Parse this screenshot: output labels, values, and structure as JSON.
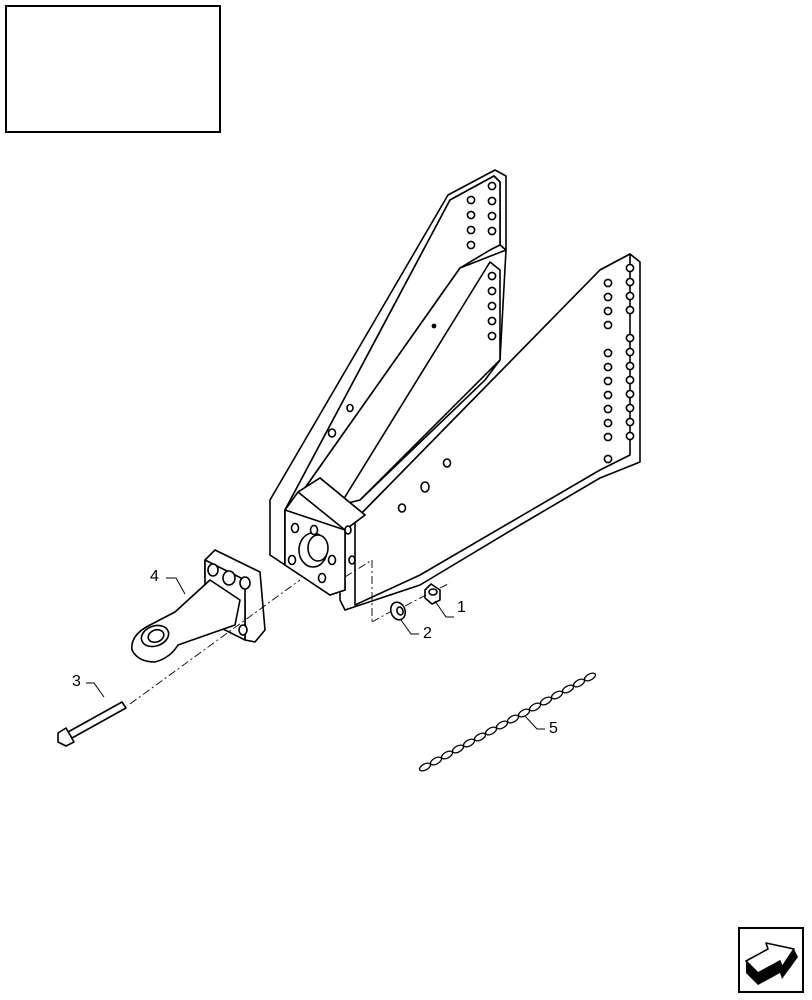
{
  "inset": {
    "label": ""
  },
  "callouts": [
    {
      "id": "1",
      "label": "1"
    },
    {
      "id": "2",
      "label": "2"
    },
    {
      "id": "3",
      "label": "3"
    },
    {
      "id": "4",
      "label": "4"
    },
    {
      "id": "5",
      "label": "5"
    }
  ],
  "parts": {
    "drawbar_frame": "drawbar-frame-icon",
    "hitch_eye": "hitch-eye-icon",
    "bolt": "bolt-icon",
    "washer": "washer-icon",
    "nut": "nut-icon",
    "chain": "chain-icon"
  },
  "navigation": {
    "icon": "next-page-arrow-icon"
  }
}
